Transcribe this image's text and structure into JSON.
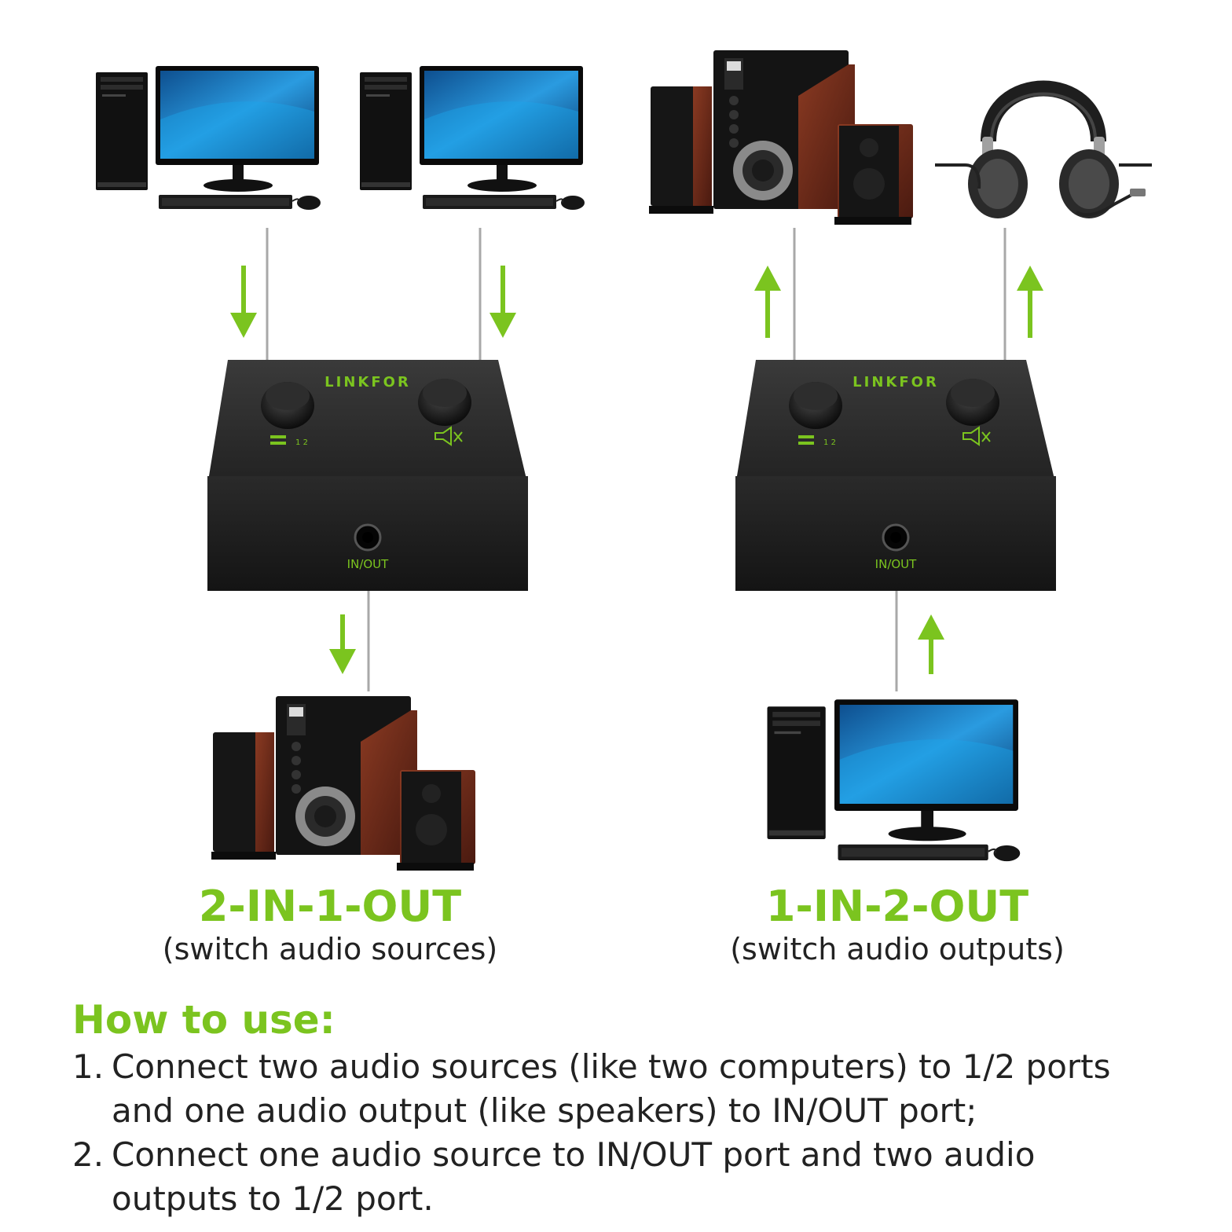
{
  "colors": {
    "accent": "#7bc41f",
    "arrow": "#7bc41f",
    "cable": "#a8a8a8",
    "device_body": "#1c1c1c",
    "wood": "#6b2a1a",
    "screen": "#1f86c9",
    "text": "#222222"
  },
  "device": {
    "brand": "LINKFOR",
    "port_label": "IN/OUT",
    "dial_1_label": "1 2",
    "mute_icon": "speaker-mute-icon"
  },
  "icons": {
    "computer": "desktop-computer-icon",
    "speakers": "speaker-system-icon",
    "headphones": "headphones-icon",
    "switch": "audio-switch-box",
    "arrow": "arrow-icon"
  },
  "modes": [
    {
      "title": "2-IN-1-OUT",
      "subtitle": "(switch audio sources)"
    },
    {
      "title": "1-IN-2-OUT",
      "subtitle": "(switch audio outputs)"
    }
  ],
  "howto": {
    "heading": "How to use:",
    "steps": [
      {
        "num": "1.",
        "line1": "Connect two audio sources (like two computers) to 1/2 ports",
        "line2": "and one audio output (like speakers) to IN/OUT port;"
      },
      {
        "num": "2.",
        "line1": "Connect one audio source to IN/OUT port and two audio",
        "line2": "outputs to 1/2 port."
      }
    ]
  }
}
